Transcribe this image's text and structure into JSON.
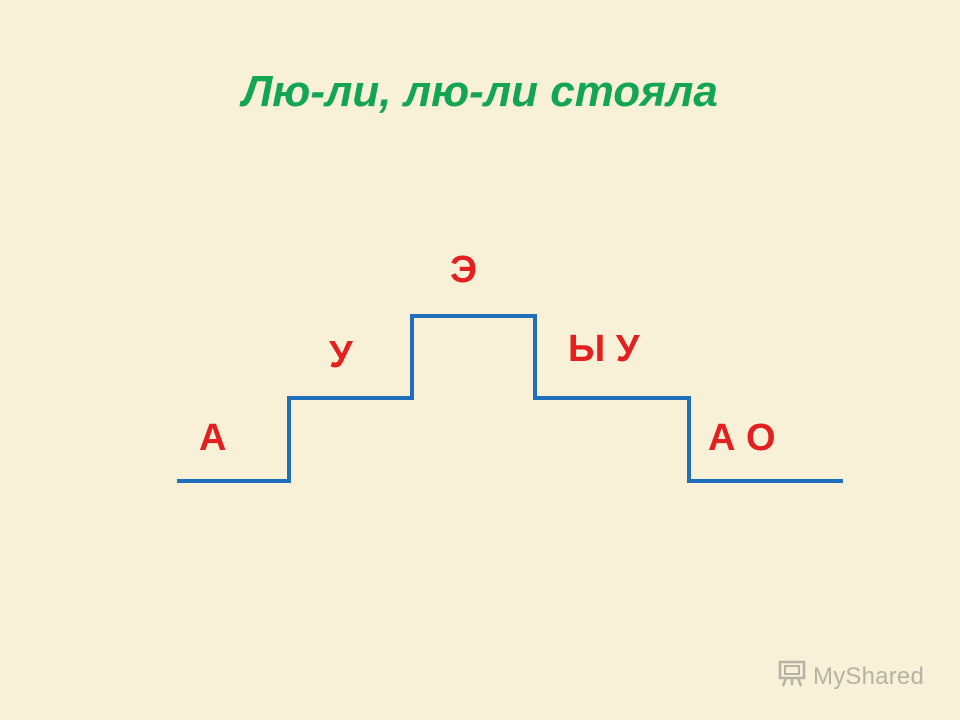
{
  "slide": {
    "title": "Лю-ли, лю-ли стояла",
    "colors": {
      "background": "#f8f0d7",
      "title": "#12a552",
      "letters": "#e41f1f",
      "line": "#1f6fbd"
    }
  },
  "diagram": {
    "letters": {
      "step1_left": "А",
      "step2_left": "У",
      "step3_top": "Э",
      "step2_right": "Ы У",
      "step1_right": "А О"
    }
  },
  "watermark": {
    "text": "MyShared",
    "icon": "presentation-board-icon"
  }
}
